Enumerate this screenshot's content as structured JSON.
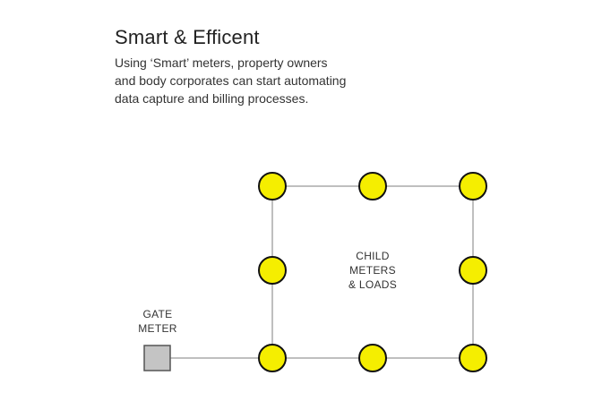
{
  "header": {
    "title": "Smart & Efficent",
    "description_lines": [
      "Using ‘Smart’ meters, property owners",
      "and body corporates can start automating",
      "data capture and billing processes."
    ]
  },
  "diagram": {
    "gate_label_lines": [
      "GATE",
      "METER"
    ],
    "child_label_lines": [
      "CHILD",
      "METERS",
      "& LOADS"
    ],
    "colors": {
      "node_fill": "#f5ee00",
      "node_stroke": "#111111",
      "gate_fill": "#c4c4c4",
      "connector": "#aaaaaa"
    }
  }
}
